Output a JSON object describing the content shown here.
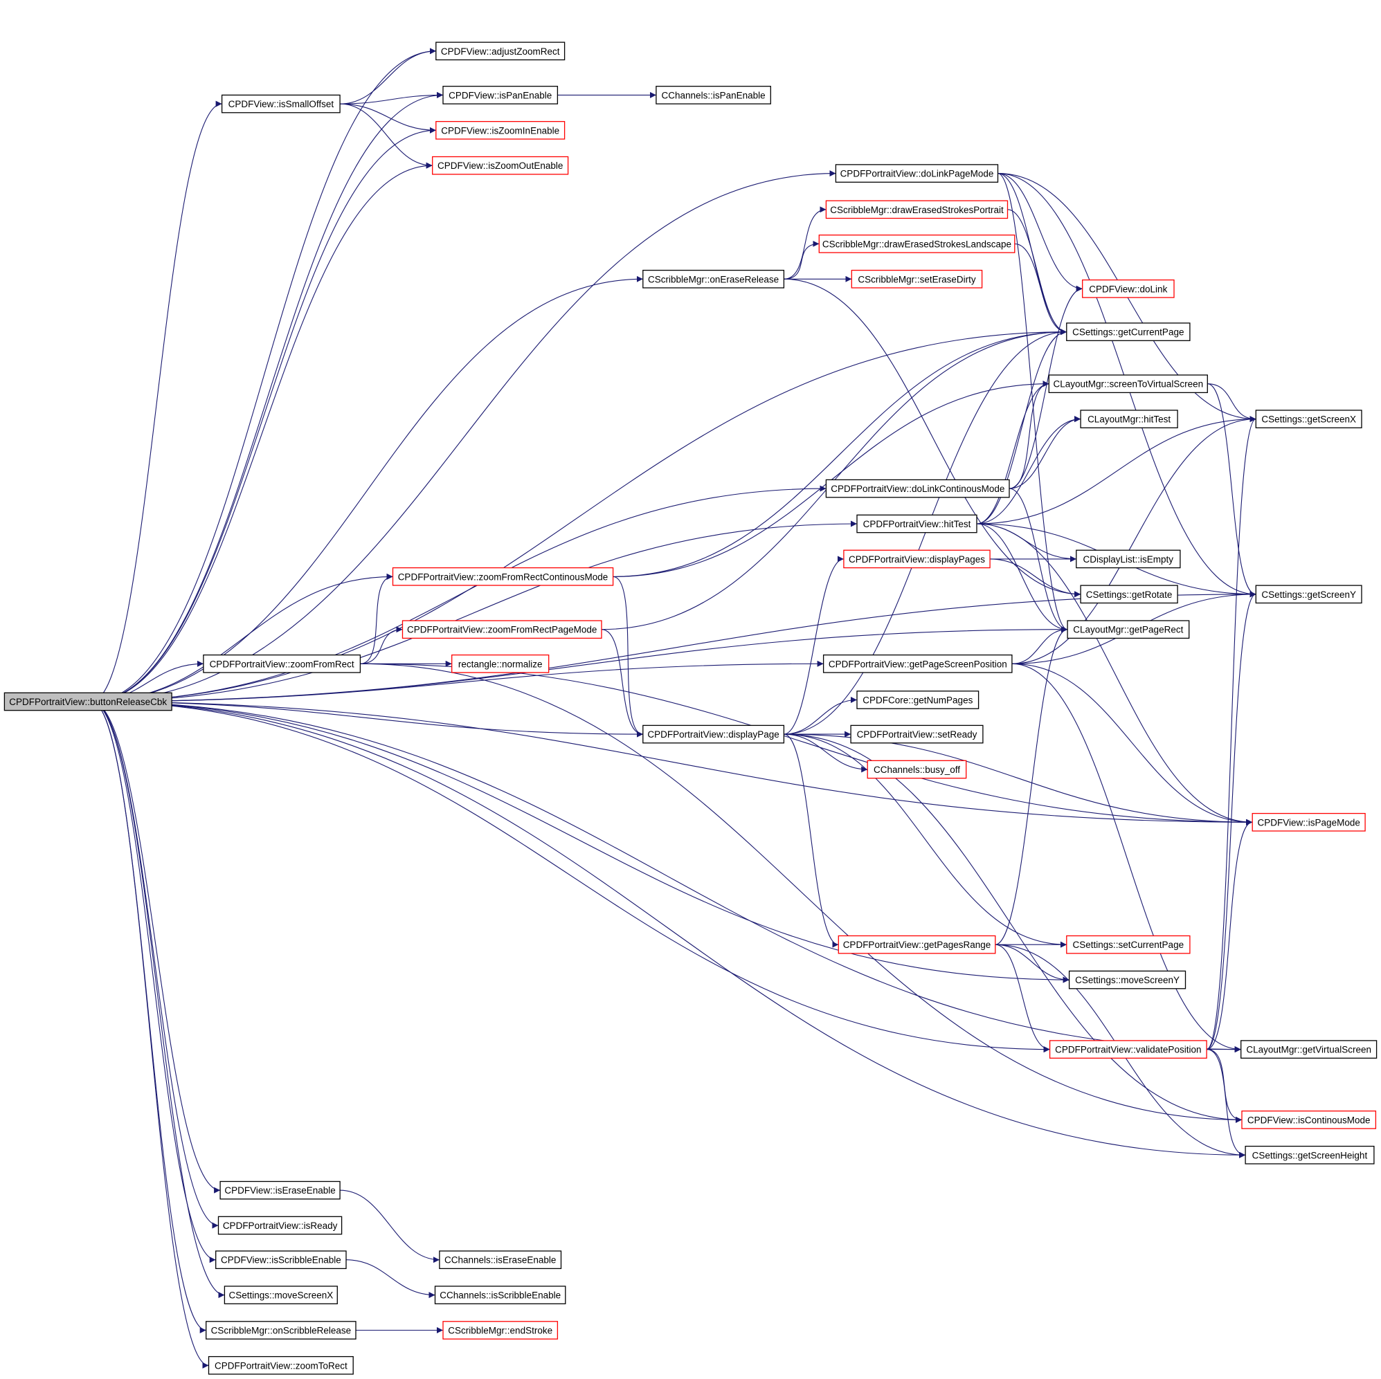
{
  "colors": {
    "edge": "#191970",
    "border_default": "#000000",
    "border_external": "#ff0000",
    "root_fill": "#bfbfbf"
  },
  "nodes": {
    "root": {
      "label": "CPDFPortraitView::buttonReleaseCbk",
      "style": "root"
    },
    "adjustZoomRect": {
      "label": "CPDFView::adjustZoomRect",
      "style": "black"
    },
    "isSmallOffset": {
      "label": "CPDFView::isSmallOffset",
      "style": "black"
    },
    "isPanEnable": {
      "label": "CPDFView::isPanEnable",
      "style": "black"
    },
    "chIsPanEnable": {
      "label": "CChannels::isPanEnable",
      "style": "black"
    },
    "isZoomInEnable": {
      "label": "CPDFView::isZoomInEnable",
      "style": "red"
    },
    "isZoomOutEnable": {
      "label": "CPDFView::isZoomOutEnable",
      "style": "red"
    },
    "doLinkPageMode": {
      "label": "CPDFPortraitView::doLinkPageMode",
      "style": "black"
    },
    "drawErasedPortrait": {
      "label": "CScribbleMgr::drawErasedStrokesPortrait",
      "style": "red"
    },
    "drawErasedLandscape": {
      "label": "CScribbleMgr::drawErasedStrokesLandscape",
      "style": "red"
    },
    "onEraseRelease": {
      "label": "CScribbleMgr::onEraseRelease",
      "style": "black"
    },
    "setEraseDirty": {
      "label": "CScribbleMgr::setEraseDirty",
      "style": "red"
    },
    "doLink": {
      "label": "CPDFView::doLink",
      "style": "red"
    },
    "getCurrentPage": {
      "label": "CSettings::getCurrentPage",
      "style": "black"
    },
    "screenToVirtual": {
      "label": "CLayoutMgr::screenToVirtualScreen",
      "style": "black"
    },
    "getScreenX": {
      "label": "CSettings::getScreenX",
      "style": "black"
    },
    "lmHitTest": {
      "label": "CLayoutMgr::hitTest",
      "style": "black"
    },
    "doLinkContinous": {
      "label": "CPDFPortraitView::doLinkContinousMode",
      "style": "black"
    },
    "pvHitTest": {
      "label": "CPDFPortraitView::hitTest",
      "style": "black"
    },
    "displayPages": {
      "label": "CPDFPortraitView::displayPages",
      "style": "red"
    },
    "dlIsEmpty": {
      "label": "CDisplayList::isEmpty",
      "style": "black"
    },
    "zoomContinous": {
      "label": "CPDFPortraitView::zoomFromRectContinousMode",
      "style": "red"
    },
    "getRotate": {
      "label": "CSettings::getRotate",
      "style": "black"
    },
    "getScreenY": {
      "label": "CSettings::getScreenY",
      "style": "black"
    },
    "zoomPageMode": {
      "label": "CPDFPortraitView::zoomFromRectPageMode",
      "style": "red"
    },
    "getPageRect": {
      "label": "CLayoutMgr::getPageRect",
      "style": "black"
    },
    "zoomFromRect": {
      "label": "CPDFPortraitView::zoomFromRect",
      "style": "black"
    },
    "normalize": {
      "label": "rectangle::normalize",
      "style": "red"
    },
    "getPageScreenPos": {
      "label": "CPDFPortraitView::getPageScreenPosition",
      "style": "black"
    },
    "getNumPages": {
      "label": "CPDFCore::getNumPages",
      "style": "black"
    },
    "displayPage": {
      "label": "CPDFPortraitView::displayPage",
      "style": "black"
    },
    "setReady": {
      "label": "CPDFPortraitView::setReady",
      "style": "black"
    },
    "busyOff": {
      "label": "CChannels::busy_off",
      "style": "red"
    },
    "isPageMode": {
      "label": "CPDFView::isPageMode",
      "style": "red"
    },
    "getPagesRange": {
      "label": "CPDFPortraitView::getPagesRange",
      "style": "red"
    },
    "setCurrentPage": {
      "label": "CSettings::setCurrentPage",
      "style": "red"
    },
    "moveScreenY": {
      "label": "CSettings::moveScreenY",
      "style": "black"
    },
    "validatePosition": {
      "label": "CPDFPortraitView::validatePosition",
      "style": "red"
    },
    "getVirtualScreen": {
      "label": "CLayoutMgr::getVirtualScreen",
      "style": "black"
    },
    "isContinousMode": {
      "label": "CPDFView::isContinousMode",
      "style": "red"
    },
    "getScreenHeight": {
      "label": "CSettings::getScreenHeight",
      "style": "black"
    },
    "isEraseEnable": {
      "label": "CPDFView::isEraseEnable",
      "style": "black"
    },
    "isReady": {
      "label": "CPDFPortraitView::isReady",
      "style": "black"
    },
    "chIsEraseEnable": {
      "label": "CChannels::isEraseEnable",
      "style": "black"
    },
    "isScribbleEnable": {
      "label": "CPDFView::isScribbleEnable",
      "style": "black"
    },
    "chIsScribbleEnable": {
      "label": "CChannels::isScribbleEnable",
      "style": "black"
    },
    "moveScreenX": {
      "label": "CSettings::moveScreenX",
      "style": "black"
    },
    "onScribbleRelease": {
      "label": "CScribbleMgr::onScribbleRelease",
      "style": "black"
    },
    "endStroke": {
      "label": "CScribbleMgr::endStroke",
      "style": "red"
    },
    "zoomToRect": {
      "label": "CPDFPortraitView::zoomToRect",
      "style": "black"
    }
  },
  "edges": [
    [
      "root",
      "adjustZoomRect"
    ],
    [
      "root",
      "isSmallOffset"
    ],
    [
      "root",
      "isPanEnable"
    ],
    [
      "root",
      "isZoomInEnable"
    ],
    [
      "root",
      "isZoomOutEnable"
    ],
    [
      "root",
      "doLinkPageMode"
    ],
    [
      "root",
      "onEraseRelease"
    ],
    [
      "root",
      "getCurrentPage"
    ],
    [
      "root",
      "doLinkContinous"
    ],
    [
      "root",
      "pvHitTest"
    ],
    [
      "root",
      "zoomContinous"
    ],
    [
      "root",
      "zoomFromRect"
    ],
    [
      "root",
      "getPageRect"
    ],
    [
      "root",
      "getPageScreenPos"
    ],
    [
      "root",
      "displayPage"
    ],
    [
      "root",
      "isPageMode"
    ],
    [
      "root",
      "getScreenY"
    ],
    [
      "root",
      "moveScreenY"
    ],
    [
      "root",
      "validatePosition"
    ],
    [
      "root",
      "getVirtualScreen"
    ],
    [
      "root",
      "getScreenHeight"
    ],
    [
      "root",
      "isEraseEnable"
    ],
    [
      "root",
      "isReady"
    ],
    [
      "root",
      "isScribbleEnable"
    ],
    [
      "root",
      "moveScreenX"
    ],
    [
      "root",
      "onScribbleRelease"
    ],
    [
      "root",
      "zoomToRect"
    ],
    [
      "isSmallOffset",
      "adjustZoomRect"
    ],
    [
      "isSmallOffset",
      "isPanEnable"
    ],
    [
      "isSmallOffset",
      "isZoomInEnable"
    ],
    [
      "isSmallOffset",
      "isZoomOutEnable"
    ],
    [
      "isPanEnable",
      "chIsPanEnable"
    ],
    [
      "doLinkPageMode",
      "doLink"
    ],
    [
      "doLinkPageMode",
      "getCurrentPage"
    ],
    [
      "doLinkPageMode",
      "getScreenX"
    ],
    [
      "doLinkPageMode",
      "getScreenY"
    ],
    [
      "doLinkPageMode",
      "getPageRect"
    ],
    [
      "onEraseRelease",
      "drawErasedPortrait"
    ],
    [
      "onEraseRelease",
      "drawErasedLandscape"
    ],
    [
      "onEraseRelease",
      "setEraseDirty"
    ],
    [
      "onEraseRelease",
      "getRotate"
    ],
    [
      "drawErasedPortrait",
      "getCurrentPage"
    ],
    [
      "drawErasedLandscape",
      "getCurrentPage"
    ],
    [
      "doLinkContinous",
      "doLink"
    ],
    [
      "doLinkContinous",
      "screenToVirtual"
    ],
    [
      "doLinkContinous",
      "lmHitTest"
    ],
    [
      "doLinkContinous",
      "getPageRect"
    ],
    [
      "pvHitTest",
      "getCurrentPage"
    ],
    [
      "pvHitTest",
      "screenToVirtual"
    ],
    [
      "pvHitTest",
      "lmHitTest"
    ],
    [
      "pvHitTest",
      "getScreenX"
    ],
    [
      "pvHitTest",
      "getScreenY"
    ],
    [
      "pvHitTest",
      "dlIsEmpty"
    ],
    [
      "pvHitTest",
      "getPageRect"
    ],
    [
      "pvHitTest",
      "isPageMode"
    ],
    [
      "screenToVirtual",
      "getScreenX"
    ],
    [
      "screenToVirtual",
      "getScreenY"
    ],
    [
      "displayPages",
      "dlIsEmpty"
    ],
    [
      "displayPages",
      "getRotate"
    ],
    [
      "zoomContinous",
      "getCurrentPage"
    ],
    [
      "zoomContinous",
      "screenToVirtual"
    ],
    [
      "zoomContinous",
      "displayPage"
    ],
    [
      "zoomPageMode",
      "getCurrentPage"
    ],
    [
      "zoomPageMode",
      "displayPage"
    ],
    [
      "zoomFromRect",
      "zoomContinous"
    ],
    [
      "zoomFromRect",
      "zoomPageMode"
    ],
    [
      "zoomFromRect",
      "normalize"
    ],
    [
      "zoomFromRect",
      "isPageMode"
    ],
    [
      "zoomFromRect",
      "isContinousMode"
    ],
    [
      "getPageScreenPos",
      "getPageRect"
    ],
    [
      "getPageScreenPos",
      "getScreenX"
    ],
    [
      "getPageScreenPos",
      "getScreenY"
    ],
    [
      "getPageScreenPos",
      "isPageMode"
    ],
    [
      "getPageScreenPos",
      "getVirtualScreen"
    ],
    [
      "displayPage",
      "getCurrentPage"
    ],
    [
      "displayPage",
      "displayPages"
    ],
    [
      "displayPage",
      "getNumPages"
    ],
    [
      "displayPage",
      "setReady"
    ],
    [
      "displayPage",
      "busyOff"
    ],
    [
      "displayPage",
      "isPageMode"
    ],
    [
      "displayPage",
      "setCurrentPage"
    ],
    [
      "displayPage",
      "getPagesRange"
    ],
    [
      "displayPage",
      "isContinousMode"
    ],
    [
      "getPagesRange",
      "getPageRect"
    ],
    [
      "getPagesRange",
      "setCurrentPage"
    ],
    [
      "getPagesRange",
      "moveScreenY"
    ],
    [
      "getPagesRange",
      "validatePosition"
    ],
    [
      "getPagesRange",
      "getScreenHeight"
    ],
    [
      "validatePosition",
      "getScreenX"
    ],
    [
      "validatePosition",
      "getScreenY"
    ],
    [
      "validatePosition",
      "getVirtualScreen"
    ],
    [
      "validatePosition",
      "isContinousMode"
    ],
    [
      "validatePosition",
      "getScreenHeight"
    ],
    [
      "validatePosition",
      "isPageMode"
    ],
    [
      "isEraseEnable",
      "chIsEraseEnable"
    ],
    [
      "isScribbleEnable",
      "chIsScribbleEnable"
    ],
    [
      "onScribbleRelease",
      "endStroke"
    ]
  ]
}
